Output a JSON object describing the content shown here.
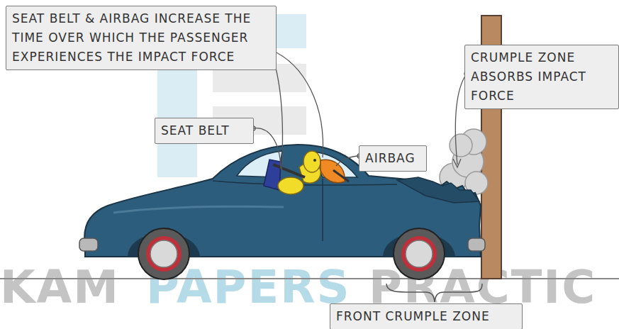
{
  "diagram": {
    "nodes": [
      {
        "text": [
          "SEAT BELT & AIRBAG INCREASE THE TIME OVER WHICH THE PASSENGER EXPERIENCES THE IMPACT FORCE"
        ]
      },
      {
        "text": [
          "SEAT BELT"
        ]
      },
      {
        "text": [
          "AIRBAG"
        ]
      },
      {
        "text": [
          "CRUMPLE ZONE ABSORBS IMPACT FORCE"
        ]
      },
      {
        "text": [
          "FRONT CRUMPLE ZONE"
        ]
      }
    ],
    "labels": [
      "KAM",
      "PAPERS",
      "PRACTIC"
    ]
  }
}
